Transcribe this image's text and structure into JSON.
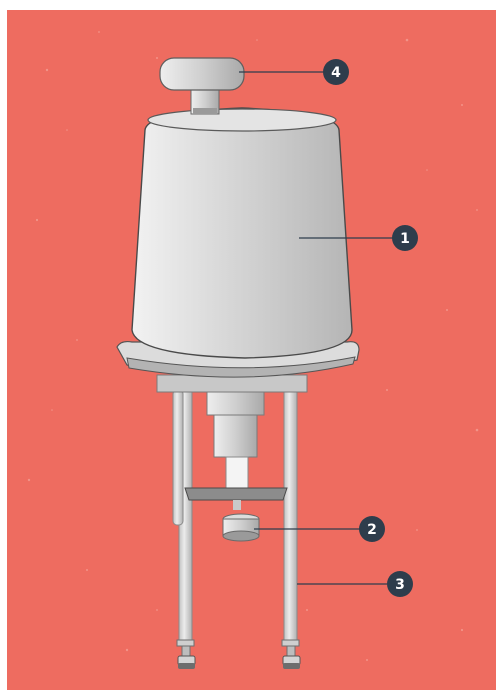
{
  "colors": {
    "background": "#ee6c60",
    "badge": "#2e3d4c",
    "badge_text": "#ffffff",
    "leader_line": "#2e3d4c",
    "body_light": "#e8e8e8",
    "body_dark": "#a8a8a8",
    "outline": "#3a3a3a"
  },
  "callouts": [
    {
      "label": "1",
      "part": "actuator-housing"
    },
    {
      "label": "2",
      "part": "stem-coupling"
    },
    {
      "label": "3",
      "part": "support-pillar"
    },
    {
      "label": "4",
      "part": "top-handwheel"
    }
  ]
}
